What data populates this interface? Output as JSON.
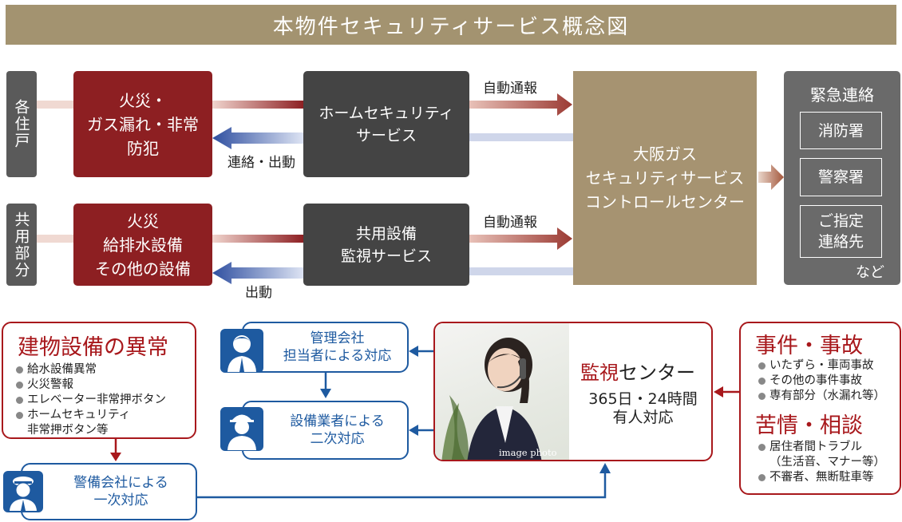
{
  "title": "本物件セキュリティサービス概念図",
  "rows": {
    "residence": "各住戸",
    "common": "共用部分"
  },
  "events": {
    "residence": "火災・\nガス漏れ・非常\n防犯",
    "common": "火災\n給排水設備\nその他の設備"
  },
  "services": {
    "home": "ホームセキュリティ\nサービス",
    "common": "共用設備\n監視サービス"
  },
  "labels": {
    "auto_report_1": "自動通報",
    "auto_report_2": "自動通報",
    "contact_dispatch": "連絡・出動",
    "dispatch": "出動"
  },
  "control_center": "大阪ガス\nセキュリティサービス\nコントロールセンター",
  "emergency": {
    "title": "緊急連絡",
    "items": [
      "消防署",
      "警察署",
      "ご指定\n連絡先"
    ],
    "note": "など"
  },
  "building": {
    "heading": "建物設備の異常",
    "items": [
      "給水設備異常",
      "火災警報",
      "エレベーター非常押ボタン",
      "ホームセキュリティ\n非常押ボタン等"
    ]
  },
  "guard": "警備会社による\n一次対応",
  "manager": "管理会社\n担当者による対応",
  "contractor": "設備業者による\n二次対応",
  "monitor": {
    "title_accent": "監視",
    "title_rest": "センター",
    "sub": "365日・24時間\n有人対応",
    "photo_caption": "image photo"
  },
  "incident": {
    "heading1": "事件・事故",
    "items1": [
      "いたずら・車両事故",
      "その他の事件事故",
      "専有部分（水漏れ等）"
    ],
    "heading2": "苦情・相談",
    "items2": [
      "居住者間トラブル\n（生活音、マナー等）",
      "不審者、無断駐車等"
    ]
  },
  "colors": {
    "dark_red": "#8d1f22",
    "gold": "#a69371",
    "blue": "#1e5aa0",
    "accent_red": "#a8181c"
  }
}
